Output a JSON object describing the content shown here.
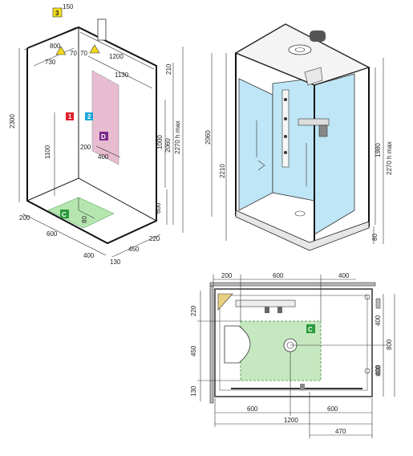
{
  "colors": {
    "outlet_zone": "#e8bcd0",
    "drain_zone": "#b6e6b0",
    "plan_zone": "#c6e8c0",
    "glass": "#bfe6f6",
    "marker_1": "#e0202e",
    "marker_2": "#1aa6d8",
    "marker_3": "#f5e020",
    "marker_C": "#2a9a3a",
    "marker_D": "#7a2a8a",
    "warning": "#f5d820"
  },
  "markers": {
    "m1": "1",
    "m2": "2",
    "m3": "3",
    "mC": "C",
    "mD": "D",
    "mC2": "C"
  },
  "left_view": {
    "d150": "150",
    "d800": "800",
    "d730": "730",
    "d70a": "70",
    "d70b": "70",
    "d1200": "1200",
    "d1130": "1130",
    "d210": "210",
    "d2300": "2300",
    "d1100": "1100",
    "d1000": "1000",
    "d2060": "2060",
    "d2270": "2270 h max",
    "d200": "200",
    "d400": "400",
    "d80": "80",
    "d600v": "600",
    "d200b": "200",
    "d600b": "600",
    "d400b": "400",
    "d130": "130",
    "d450": "450",
    "d220": "220"
  },
  "right_view": {
    "d2060": "2060",
    "d2210": "2210",
    "d1980": "1980",
    "d2270": "2270 h max",
    "d80": "80"
  },
  "plan_view": {
    "t200": "200",
    "t600": "600",
    "t400": "400",
    "l220": "220",
    "l450": "450",
    "l130": "130",
    "r400a": "400",
    "r400b": "400",
    "r800": "800",
    "b600a": "600",
    "b600b": "600",
    "b1200": "1200",
    "b470": "470"
  }
}
